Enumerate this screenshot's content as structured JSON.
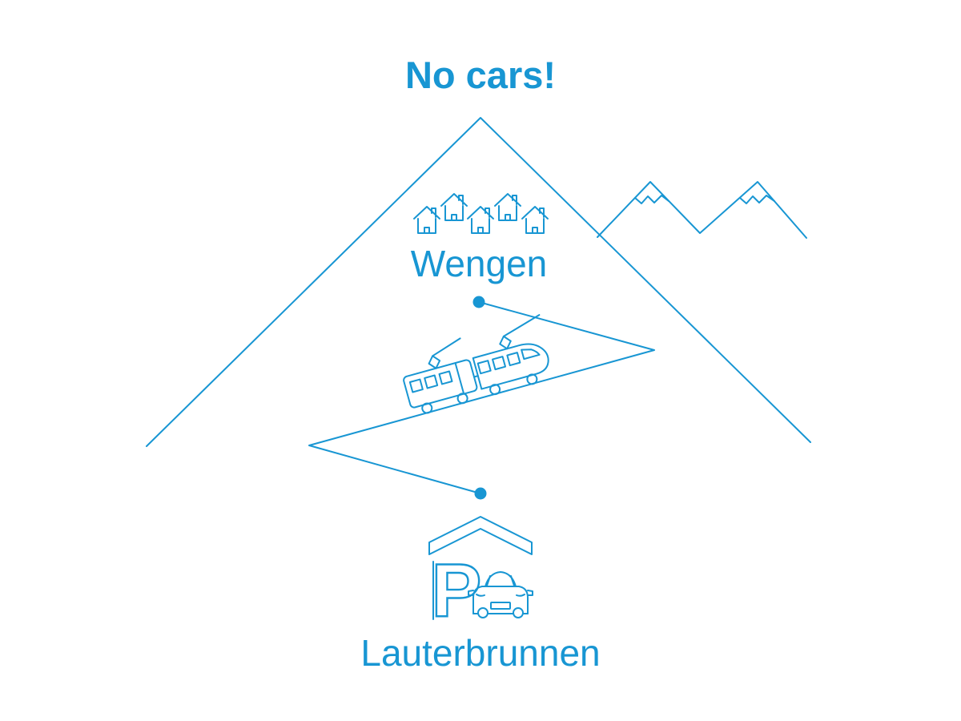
{
  "accent_color": "#1896d3",
  "background_color": "#ffffff",
  "title": "No cars!",
  "labels": {
    "upper_station": "Wengen",
    "lower_station": "Lauterbrunnen",
    "parking_letter": "P"
  },
  "icons": [
    {
      "name": "mountain-icon",
      "meaning": "large mountain outline"
    },
    {
      "name": "secondary-peaks-icon",
      "meaning": "two snow-capped peaks"
    },
    {
      "name": "house-icon",
      "meaning": "village houses of Wengen",
      "count": 5
    },
    {
      "name": "station-dot-icon",
      "meaning": "railway station marker",
      "count": 2
    },
    {
      "name": "railway-zigzag-line",
      "meaning": "cog railway switchback line"
    },
    {
      "name": "train-icon",
      "meaning": "two-car electric mountain train"
    },
    {
      "name": "parking-garage-icon",
      "meaning": "covered parking in Lauterbrunnen"
    },
    {
      "name": "car-icon",
      "meaning": "parked car, front view"
    }
  ]
}
